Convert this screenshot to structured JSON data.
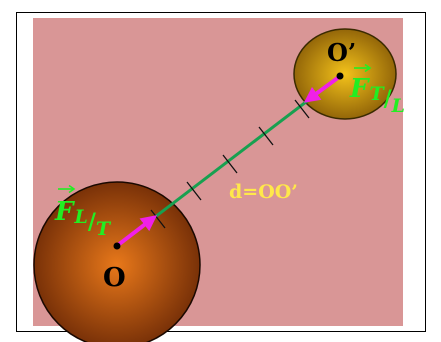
{
  "labels": {
    "earth_center": "O",
    "moon_center": "O’",
    "distance": "d=OO’",
    "force_earth": {
      "symbol": "F",
      "sub1": "L",
      "slash": "/",
      "sub2": "T"
    },
    "force_moon": {
      "symbol": "F",
      "sub1": "T",
      "slash": "/",
      "sub2": "L"
    }
  },
  "colors": {
    "background": "#d99696",
    "earth_core": "#e8781a",
    "earth_edge": "#6e2a06",
    "moon_core": "#f3c21a",
    "moon_edge": "#8a5d07",
    "line": "#18a050",
    "force_arrow": "#f020e8",
    "force_label": "#22ee22",
    "distance_label": "#ffe84a"
  },
  "icons": {
    "force_vector_arrow": "right-arrow-over-letter"
  }
}
